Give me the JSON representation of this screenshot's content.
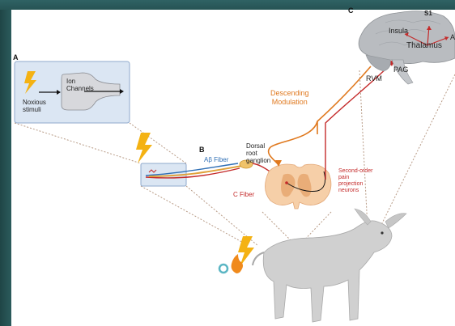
{
  "panels": {
    "a": "A",
    "b": "B",
    "c": "C"
  },
  "panel_a": {
    "stimulus_label": "Noxious\nstimuli",
    "channel_label": "Ion\nChannels"
  },
  "panel_b": {
    "ab_fiber": "Aβ Fiber",
    "c_fiber": "C Fiber",
    "drg": "Dorsal\nroot\nganglion",
    "second_order": "Second-order\npain\nprojection\nneurons"
  },
  "panel_c": {
    "s1": "S1",
    "insula": "Insula",
    "thalamus": "Thalamus",
    "a_cut": "A",
    "rvm": "RVM",
    "pag": "PAG",
    "descending": "Descending\nModulation"
  },
  "colors": {
    "panel_fill": "#dbe6f3",
    "panel_border": "#8fa9cc",
    "lightning": "#f4b213",
    "blue_fiber": "#2f6fb5",
    "red_fiber": "#c42a2a",
    "orange_path": "#e0791f",
    "spinal_cord": "#f6cfa8",
    "lamb": "#cfcfcf"
  },
  "icons": [
    "lightning-icon",
    "flame-icon",
    "ring-icon"
  ]
}
